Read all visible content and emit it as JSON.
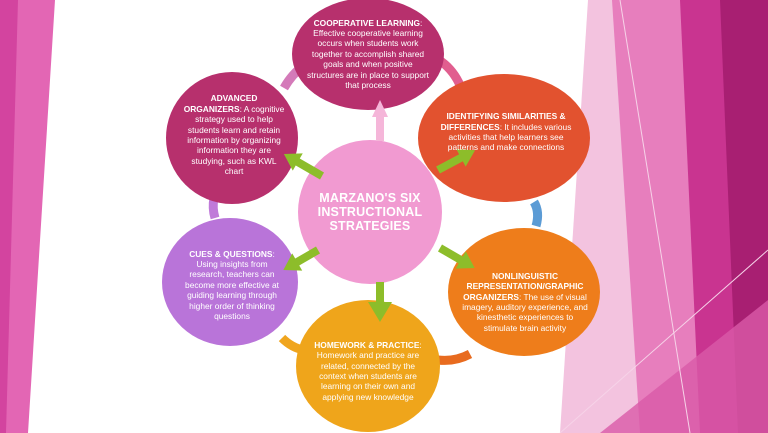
{
  "diagram": {
    "title": "MARZANO'S SIX INSTRUCTIONAL STRATEGIES",
    "colors": {
      "center": "#f19ad1",
      "cooperative": "#b7306d",
      "similarities": "#e2522f",
      "nonlinguistic": "#ee7d1b",
      "homework": "#efa51b",
      "cues": "#b974d9",
      "organizers": "#b7306d",
      "arrow": "#8dbd2a",
      "ring": "#5b9bd5"
    },
    "nodes": [
      {
        "id": "cooperative",
        "heading": "COOPERATIVE LEARNING",
        "body": ": Effective cooperative learning occurs when students work together to accomplish shared goals and when positive structures are in place to support that process"
      },
      {
        "id": "similarities",
        "heading": "IDENTIFYING SIMILARITIES & DIFFERENCES",
        "body": ": It includes various activities that help learners see patterns and make connections"
      },
      {
        "id": "nonlinguistic",
        "heading": "NONLINGUISTIC REPRESENTATION/GRAPHIC ORGANIZERS",
        "body": ": The use of visual imagery, auditory experience, and kinesthetic experiences to stimulate brain activity"
      },
      {
        "id": "homework",
        "heading": "HOMEWORK & PRACTICE",
        "body": ": Homework and practice are related, connected by the context when students are learning on their own and applying new knowledge"
      },
      {
        "id": "cues",
        "heading": "CUES & QUESTIONS",
        "body": ": Using insights from research, teachers can become more effective at guiding learning through higher order of thinking questions"
      },
      {
        "id": "organizers",
        "heading": "ADVANCED ORGANIZERS",
        "body": ": A cognitive strategy used to help students learn and retain information by organizing information they are studying, such as KWL chart"
      }
    ]
  }
}
